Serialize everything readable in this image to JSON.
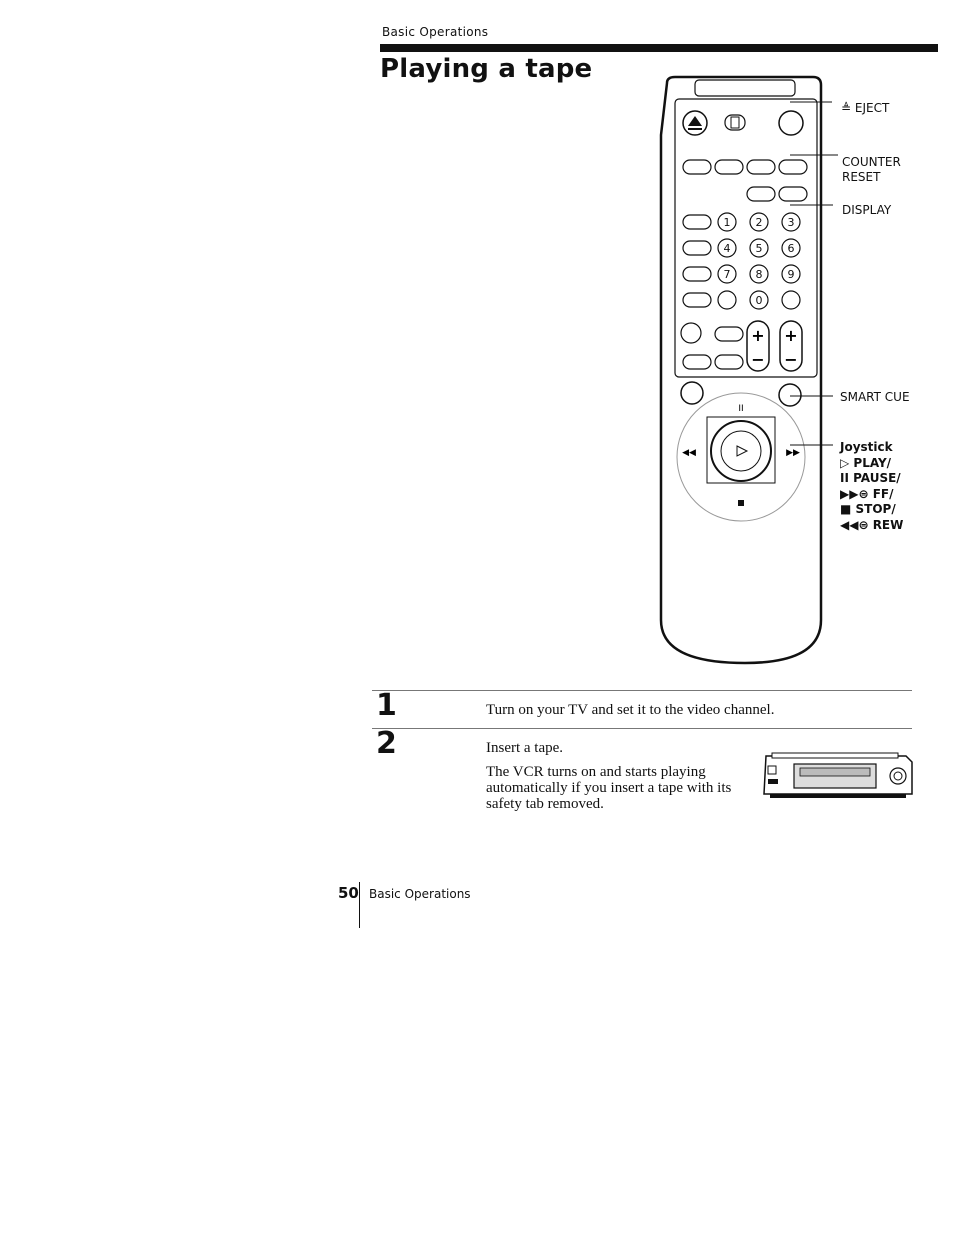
{
  "header": {
    "section_label": "Basic Operations"
  },
  "title": "Playing a tape",
  "remote": {
    "labels": {
      "eject": "≜ EJECT",
      "counter_reset_line1": "COUNTER",
      "counter_reset_line2": "RESET",
      "display": "DISPLAY",
      "smart_cue": "SMART CUE",
      "joystick": "Joystick",
      "play": "▷ PLAY/",
      "pause": "II PAUSE/",
      "ff": "▶▶⊜ FF/",
      "stop": "■ STOP/",
      "rew": "◀◀⊜ REW"
    },
    "number_keys": [
      "1",
      "2",
      "3",
      "4",
      "5",
      "6",
      "7",
      "8",
      "9",
      "0"
    ]
  },
  "steps": [
    {
      "number": "1",
      "text": "Turn on your TV and set it to the video channel."
    },
    {
      "number": "2",
      "text": "Insert a tape.",
      "detail": "The VCR turns on and starts playing automatically if you insert a tape with its safety tab removed."
    }
  ],
  "footer": {
    "page_number": "50",
    "section_label": "Basic Operations"
  }
}
